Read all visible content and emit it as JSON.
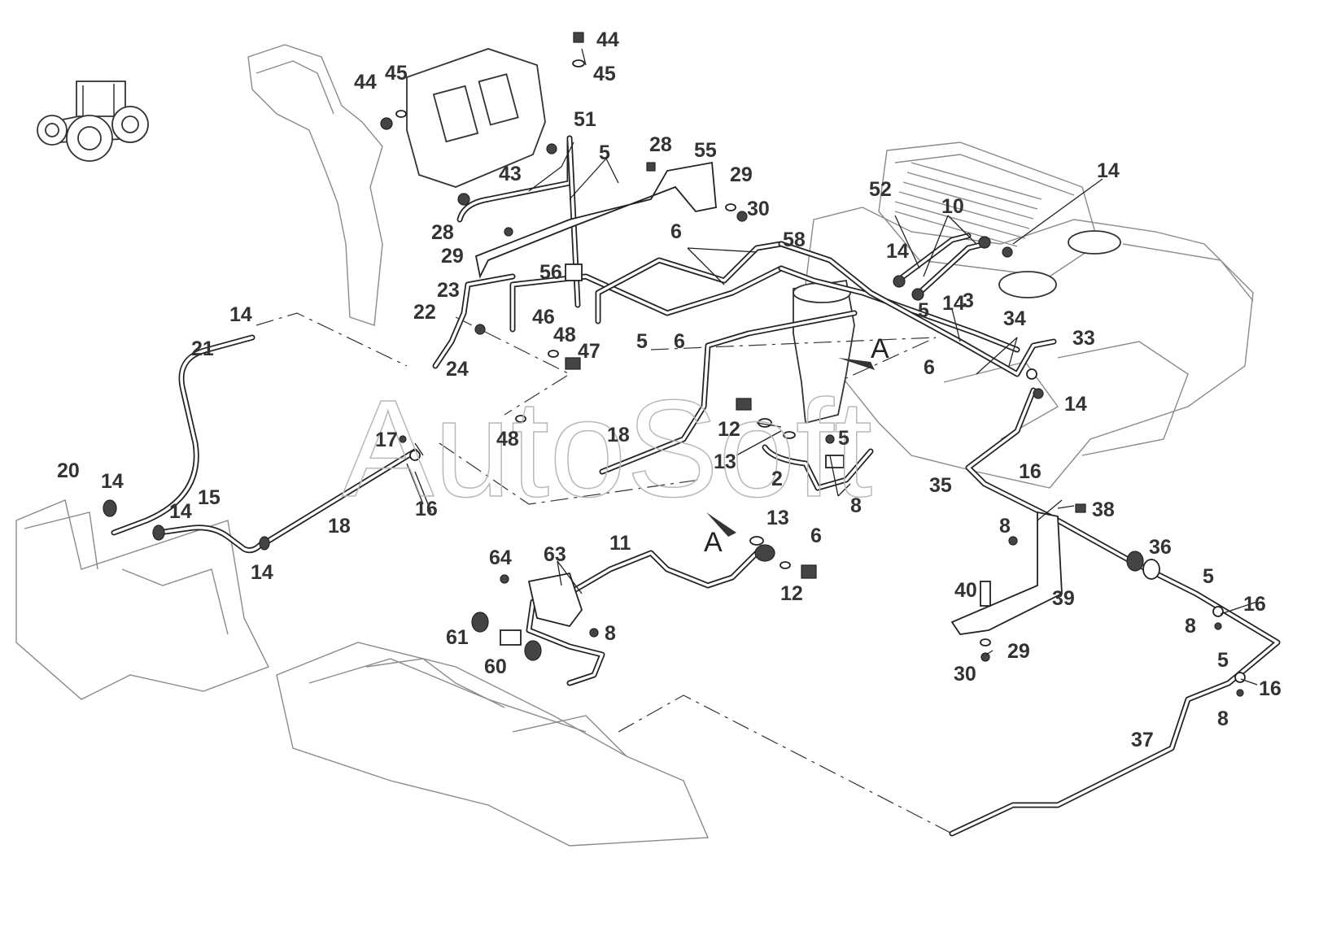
{
  "watermark": "AutoSoft",
  "view_marker": "A",
  "view_marker_2": "A",
  "callouts": [
    {
      "id": "c44a",
      "label": "44"
    },
    {
      "id": "c45a",
      "label": "45"
    },
    {
      "id": "c44b",
      "label": "44"
    },
    {
      "id": "c45b",
      "label": "45"
    },
    {
      "id": "c51",
      "label": "51"
    },
    {
      "id": "c5a",
      "label": "5"
    },
    {
      "id": "c43",
      "label": "43"
    },
    {
      "id": "c28a",
      "label": "28"
    },
    {
      "id": "c55",
      "label": "55"
    },
    {
      "id": "c29a",
      "label": "29"
    },
    {
      "id": "c30a",
      "label": "30"
    },
    {
      "id": "c28b",
      "label": "28"
    },
    {
      "id": "c29b",
      "label": "29"
    },
    {
      "id": "c6a",
      "label": "6"
    },
    {
      "id": "c58",
      "label": "58"
    },
    {
      "id": "c52",
      "label": "52"
    },
    {
      "id": "c10",
      "label": "10"
    },
    {
      "id": "c14a",
      "label": "14"
    },
    {
      "id": "c14b",
      "label": "14"
    },
    {
      "id": "c56",
      "label": "56"
    },
    {
      "id": "c23",
      "label": "23"
    },
    {
      "id": "c22",
      "label": "22"
    },
    {
      "id": "c46",
      "label": "46"
    },
    {
      "id": "c48a",
      "label": "48"
    },
    {
      "id": "c47",
      "label": "47"
    },
    {
      "id": "c5b",
      "label": "5"
    },
    {
      "id": "c6b",
      "label": "6"
    },
    {
      "id": "c5c",
      "label": "5"
    },
    {
      "id": "c3",
      "label": "3"
    },
    {
      "id": "c14c",
      "label": "14"
    },
    {
      "id": "c34",
      "label": "34"
    },
    {
      "id": "c33",
      "label": "33"
    },
    {
      "id": "c6c",
      "label": "6"
    },
    {
      "id": "c14d",
      "label": "14"
    },
    {
      "id": "c14e",
      "label": "14"
    },
    {
      "id": "c21",
      "label": "21"
    },
    {
      "id": "c24",
      "label": "24"
    },
    {
      "id": "c48b",
      "label": "48"
    },
    {
      "id": "c18a",
      "label": "18"
    },
    {
      "id": "c12a",
      "label": "12"
    },
    {
      "id": "c13a",
      "label": "13"
    },
    {
      "id": "c5d",
      "label": "5"
    },
    {
      "id": "c2",
      "label": "2"
    },
    {
      "id": "c35",
      "label": "35"
    },
    {
      "id": "c17",
      "label": "17"
    },
    {
      "id": "c16a",
      "label": "16"
    },
    {
      "id": "c20",
      "label": "20"
    },
    {
      "id": "c14f",
      "label": "14"
    },
    {
      "id": "c15",
      "label": "15"
    },
    {
      "id": "c14g",
      "label": "14"
    },
    {
      "id": "c18b",
      "label": "18"
    },
    {
      "id": "c14h",
      "label": "14"
    },
    {
      "id": "c8a",
      "label": "8"
    },
    {
      "id": "c6d",
      "label": "6"
    },
    {
      "id": "c16b",
      "label": "16"
    },
    {
      "id": "c38",
      "label": "38"
    },
    {
      "id": "c13b",
      "label": "13"
    },
    {
      "id": "c8b",
      "label": "8"
    },
    {
      "id": "c11",
      "label": "11"
    },
    {
      "id": "c36",
      "label": "36"
    },
    {
      "id": "c64",
      "label": "64"
    },
    {
      "id": "c63",
      "label": "63"
    },
    {
      "id": "c12b",
      "label": "12"
    },
    {
      "id": "c40",
      "label": "40"
    },
    {
      "id": "c39",
      "label": "39"
    },
    {
      "id": "c5e",
      "label": "5"
    },
    {
      "id": "c16c",
      "label": "16"
    },
    {
      "id": "c8c",
      "label": "8"
    },
    {
      "id": "c8d",
      "label": "8"
    },
    {
      "id": "c61",
      "label": "61"
    },
    {
      "id": "c60",
      "label": "60"
    },
    {
      "id": "c29c",
      "label": "29"
    },
    {
      "id": "c30b",
      "label": "30"
    },
    {
      "id": "c5f",
      "label": "5"
    },
    {
      "id": "c16d",
      "label": "16"
    },
    {
      "id": "c8e",
      "label": "8"
    },
    {
      "id": "c37",
      "label": "37"
    }
  ]
}
